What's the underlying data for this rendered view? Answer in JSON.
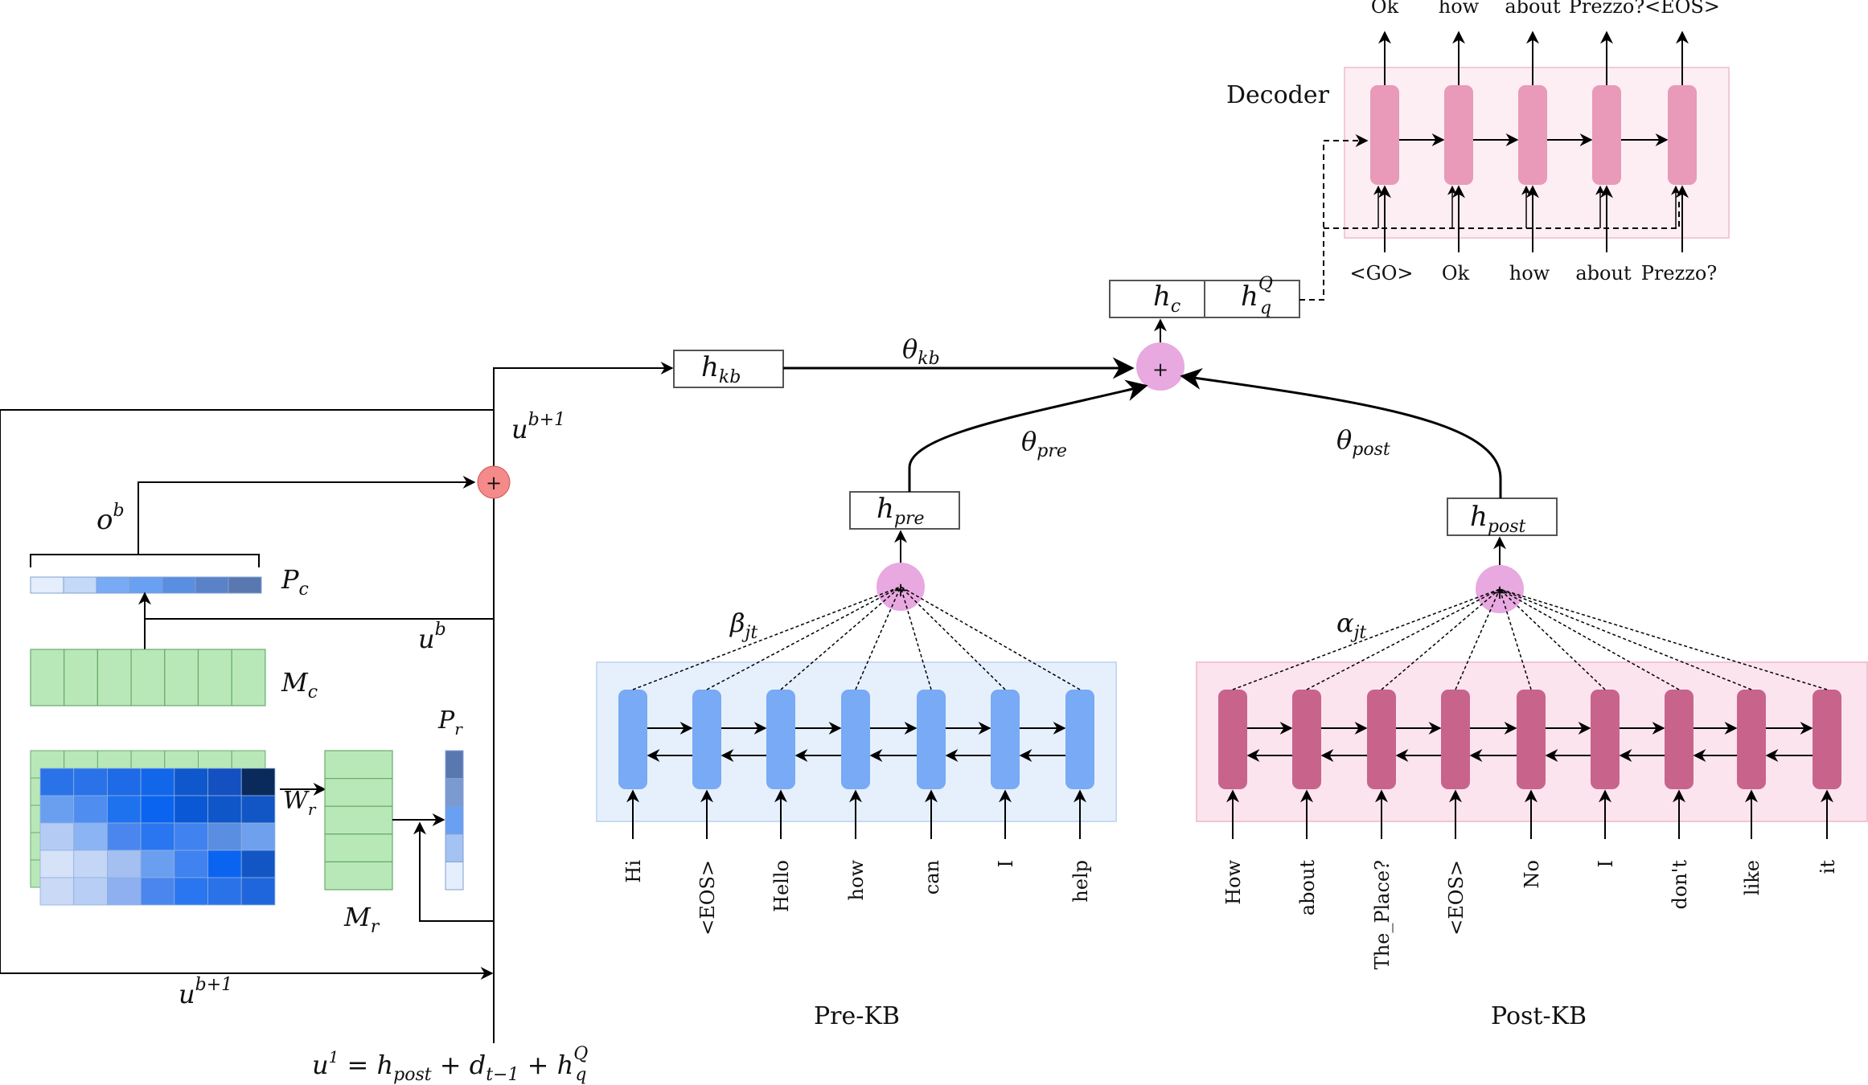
{
  "decoder": {
    "title": "Decoder",
    "outputs": [
      "Ok",
      "how",
      "about",
      "Prezzo?",
      "<EOS>"
    ],
    "inputs": [
      "<GO>",
      "Ok",
      "how",
      "about",
      "Prezzo?"
    ]
  },
  "hidden": {
    "hc": "h",
    "hc_sub": "c",
    "hq": "h",
    "hq_sub": "q",
    "hq_sup": "Q",
    "hkb": "h",
    "hkb_sub": "kb",
    "hpre": "h",
    "hpre_sub": "pre",
    "hpost": "h",
    "hpost_sub": "post"
  },
  "weights": {
    "theta": "θ",
    "kb_sub": "kb",
    "pre_sub": "pre",
    "post_sub": "post"
  },
  "attention": {
    "beta": "β",
    "beta_sub": "jt",
    "alpha": "α",
    "alpha_sub": "jt"
  },
  "memory": {
    "o": "o",
    "o_sup": "b",
    "u": "u",
    "u_b_sup": "b",
    "u_b1_sup": "b+1",
    "Pc": "P",
    "Pc_sub": "c",
    "Mc": "M",
    "Mc_sub": "c",
    "Pr": "P",
    "Pr_sub": "r",
    "Mr": "M",
    "Mr_sub": "r",
    "Wr": "W",
    "Wr_sub": "r",
    "eq_u": "u",
    "eq_u_sup": "1",
    "eq_eq": " = ",
    "eq_h": "h",
    "eq_h_sub": "post",
    "eq_plus1": " + ",
    "eq_d": "d",
    "eq_d_sub": "t−1",
    "eq_plus2": " + ",
    "eq_hq": "h",
    "eq_hq_sub": "q",
    "eq_hq_sup": "Q"
  },
  "pre_kb": {
    "title": "Pre-KB",
    "tokens": [
      "Hi",
      "<EOS>",
      "Hello",
      "how",
      "can",
      "I",
      "help"
    ]
  },
  "post_kb": {
    "title": "Post-KB",
    "tokens": [
      "How",
      "about",
      "The_Place?",
      "<EOS>",
      "No",
      "I",
      "don't",
      "like",
      "it"
    ]
  },
  "plus_symbol": "+",
  "colors": {
    "blue_cell": "#78aaf5",
    "blue_panel": "#e6f0fc",
    "pink_cell": "#c8648c",
    "pink_panel": "#fce4ee",
    "decoder_cell": "#e89ab8",
    "decoder_panel": "#fdeef4",
    "green_mem": "#b8e8b8",
    "plus_pink": "#e8a8e0",
    "plus_red": "#f58a8a"
  }
}
